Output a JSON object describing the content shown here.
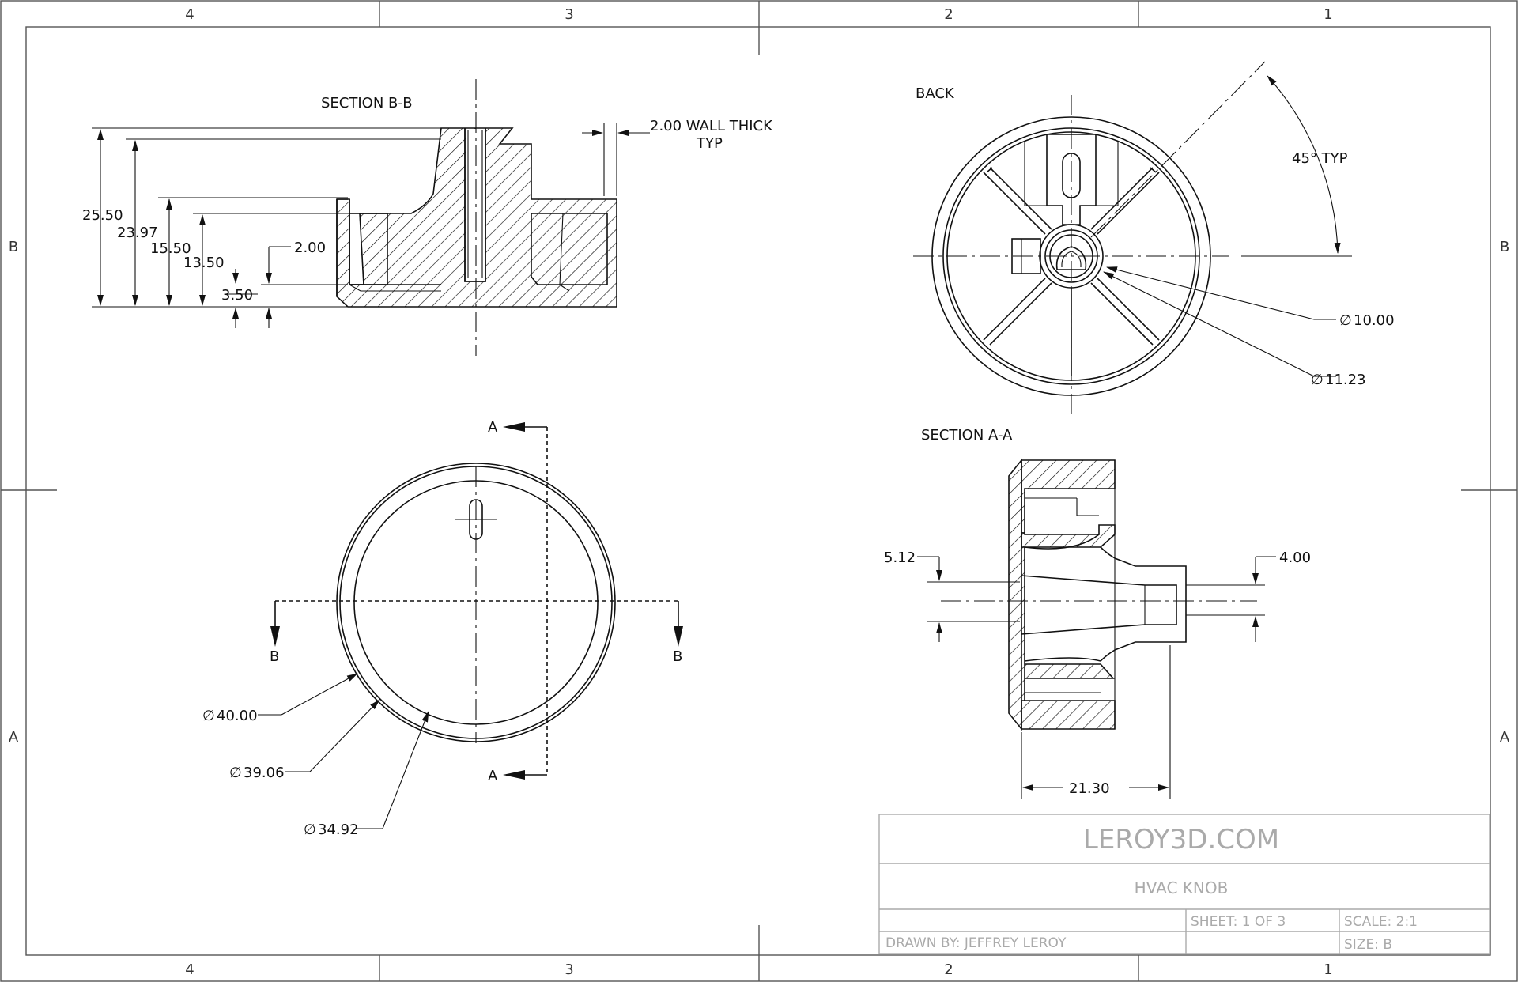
{
  "zones": {
    "columns": [
      "4",
      "3",
      "2",
      "1"
    ],
    "rows": [
      "B",
      "A"
    ]
  },
  "views": {
    "section_bb": {
      "title": "SECTION B-B",
      "dims": [
        "25.50",
        "23.97",
        "15.50",
        "13.50",
        "2.00",
        "3.50"
      ],
      "note_line1": "2.00 WALL THICK",
      "note_line2": "TYP"
    },
    "back": {
      "title": "BACK",
      "angle": "45° TYP",
      "dia1": "10.00",
      "dia2": "11.23"
    },
    "front": {
      "section_marks": [
        "A",
        "A",
        "B",
        "B"
      ],
      "dia1": "40.00",
      "dia2": "39.06",
      "dia3": "34.92"
    },
    "section_aa": {
      "title": "SECTION A-A",
      "dim_left": "5.12",
      "dim_right": "4.00",
      "dim_bottom": "21.30"
    }
  },
  "title_block": {
    "company": "LEROY3D.COM",
    "part": "HVAC KNOB",
    "sheet": "SHEET:  1 OF 3",
    "scale": "SCALE:  2:1",
    "drawn_by": "DRAWN BY:  JEFFREY LEROY",
    "size": "SIZE:  B"
  },
  "diameter_symbol": "∅"
}
